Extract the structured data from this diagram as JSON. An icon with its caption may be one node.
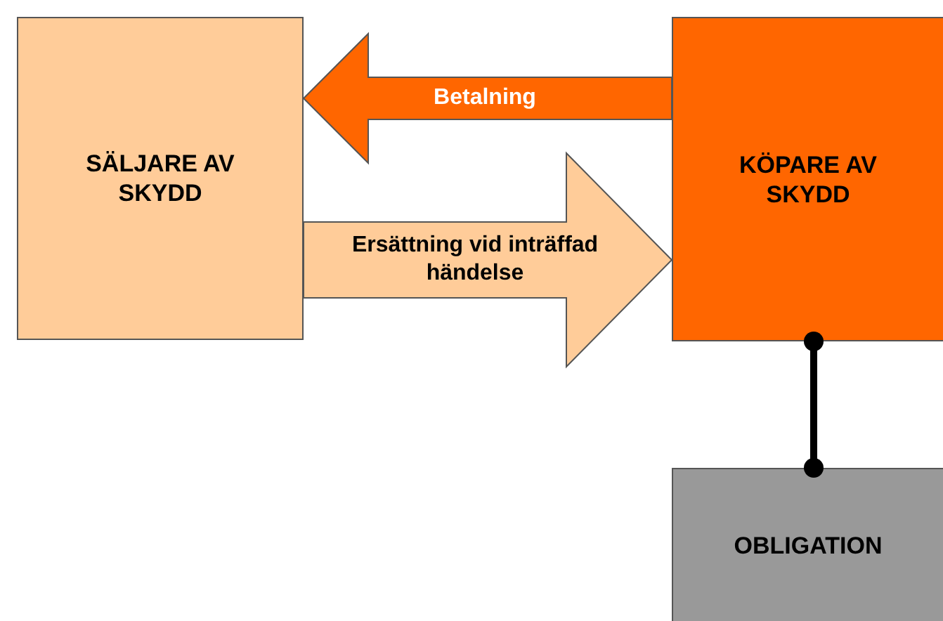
{
  "diagram": {
    "nodes": [
      {
        "text": [
          "SÄLJARE AV SKYDD"
        ]
      },
      {
        "text": [
          "KÖPARE AV SKYDD"
        ]
      },
      {
        "text": [
          "OBLIGATION"
        ]
      }
    ],
    "edges": [
      {
        "from": 1,
        "to": 0,
        "arrow": "to",
        "label": "Betalning",
        "color": "#ff6600"
      },
      {
        "from": 0,
        "to": 1,
        "arrow": "to",
        "label": "Ersättning vid inträffad händelse",
        "color": "#ffcc99"
      },
      {
        "from": 1,
        "to": 2,
        "arrow": "other"
      }
    ]
  }
}
